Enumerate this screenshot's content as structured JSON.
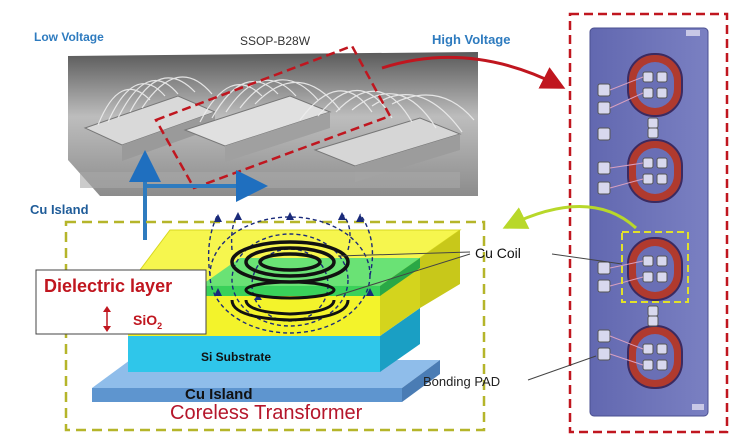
{
  "labels": {
    "low_voltage": "Low Voltage",
    "package": "SSOP-B28W",
    "high_voltage": "High Voltage",
    "cu_island_top": "Cu Island",
    "cu_coil": "Cu Coil",
    "bonding_pad": "Bonding PAD",
    "dielectric_layer": "Dielectric layer",
    "sio2_main": "SiO",
    "sio2_sub": "2",
    "si_substrate": "Si Substrate",
    "cu_island_bottom": "Cu Island",
    "coreless_transformer": "Coreless Transformer"
  },
  "colors": {
    "dashed_red": "#c0161f",
    "dashed_yellow": "#b5b52a",
    "label_blue": "#2e7bbf",
    "die_blue": "#6a6fb5",
    "coil_red": "#b03a2e",
    "oxide_yellow": "#f3f32b",
    "coil_green": "#3ad15a",
    "substrate_cyan": "#2fc6ea",
    "island_blue": "#8fbdea"
  }
}
